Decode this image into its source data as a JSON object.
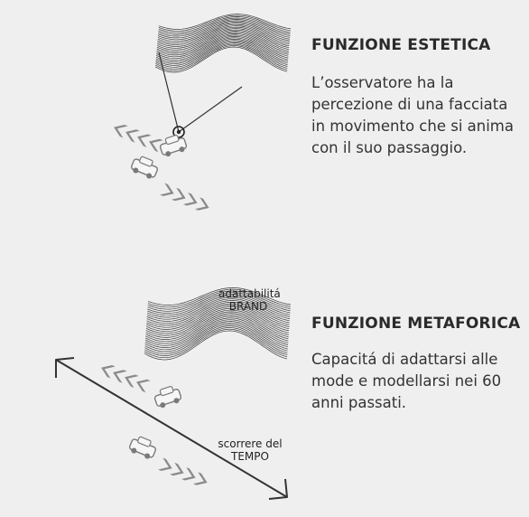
{
  "sections": [
    {
      "heading": "FUNZIONE ESTETICA",
      "body": "L’osservatore ha la percezione di una facciata in movimento che si anima con il suo passaggio."
    },
    {
      "heading": "FUNZIONE METAFORICA",
      "body": "Capacitá di adattarsi alle mode e modellarsi nei 60 anni passati.",
      "labels": {
        "adaptability_line1": "adattabilitá",
        "adaptability_line2": "BRAND",
        "time_line1": "scorrere del",
        "time_line2": "TEMPO"
      }
    }
  ],
  "colors": {
    "background": "#efefef",
    "wave_lines": "#3a3a3a",
    "chevrons": "#8a8a8a",
    "car_outline": "#7a7a7a",
    "arrow": "#333333"
  },
  "icons": [
    "facade-wave-icon",
    "observer-eye-icon",
    "car-icon",
    "chevron-arrows-icon",
    "time-arrow-icon"
  ]
}
